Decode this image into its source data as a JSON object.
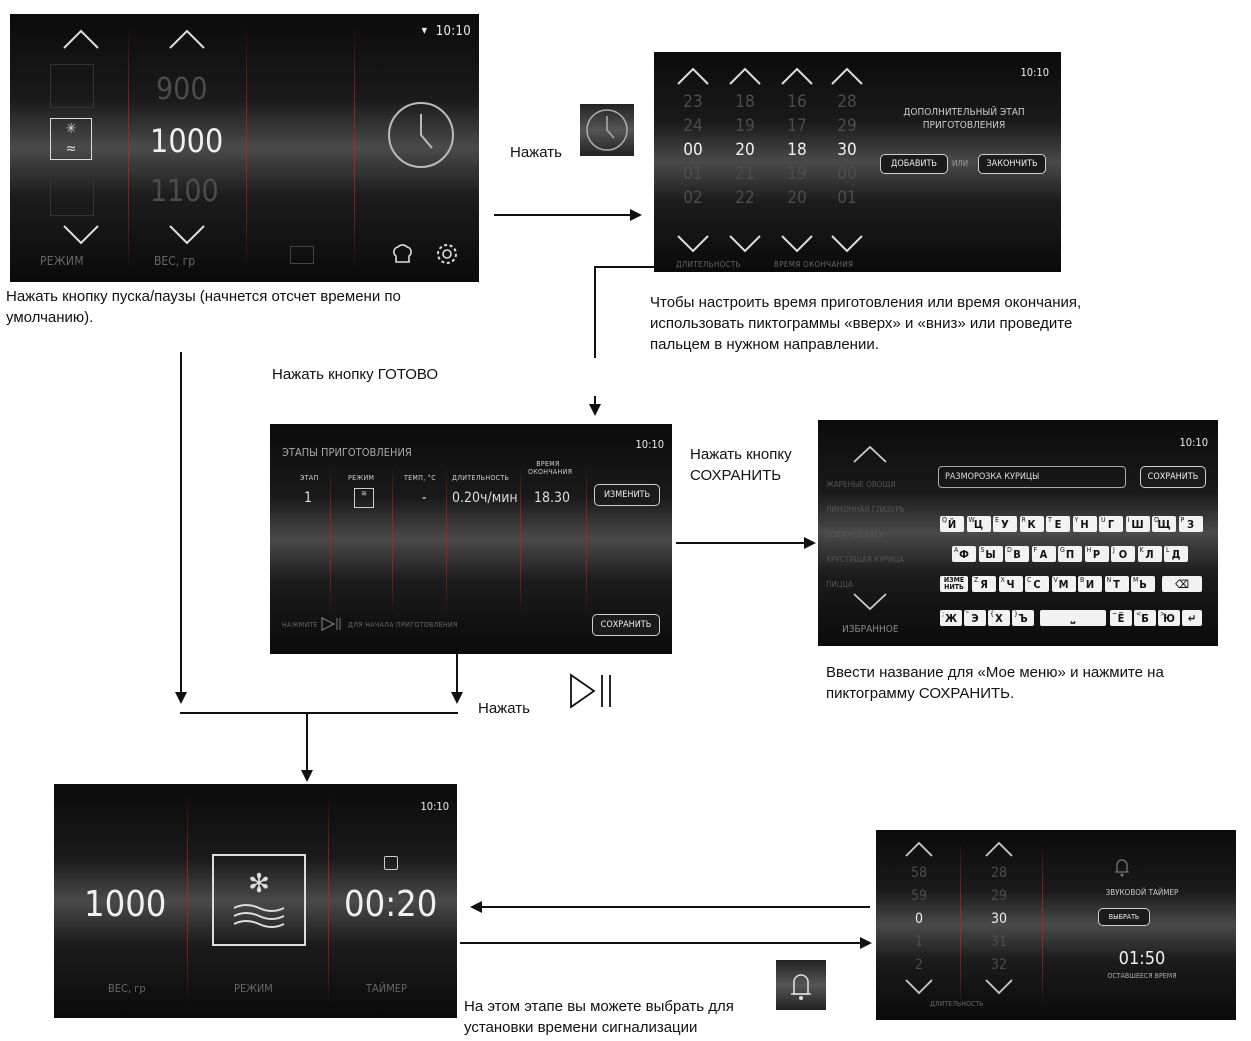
{
  "screen1": {
    "time": "10:10",
    "weights": [
      "900",
      "1000",
      "1100"
    ],
    "label_mode": "РЕЖИМ",
    "label_weight": "ВЕС, гр"
  },
  "screen2": {
    "time": "10:10",
    "col1": [
      "23",
      "24",
      "00",
      "01",
      "02"
    ],
    "col2": [
      "18",
      "19",
      "20",
      "21",
      "22"
    ],
    "col3": [
      "16",
      "17",
      "18",
      "19",
      "20"
    ],
    "col4": [
      "28",
      "29",
      "30",
      "00",
      "01"
    ],
    "label_duration": "ДЛИТЕЛЬНОСТЬ",
    "label_end": "ВРЕМЯ ОКОНЧАНИЯ",
    "extra_stage": "ДОПОЛНИТЕЛЬНЫЙ ЭТАП ПРИГОТОВЛЕНИЯ",
    "add": "ДОБАВИТЬ",
    "or": "ИЛИ",
    "finish": "ЗАКОНЧИТЬ"
  },
  "screen3": {
    "time": "10:10",
    "title": "ЭТАПЫ ПРИГОТОВЛЕНИЯ",
    "headers": [
      "ЭТАП",
      "РЕЖИМ",
      "ТЕМП, °С",
      "ДЛИТЕЛЬНОСТЬ",
      "ВРЕМЯ ОКОНЧАНИЯ"
    ],
    "row": [
      "1",
      "",
      "-",
      "0.20ч/мин",
      "18.30"
    ],
    "change": "ИЗМЕНИТЬ",
    "save": "СОХРАНИТЬ",
    "hint_pre": "НАЖМИТЕ",
    "hint_post": "ДЛЯ НАЧАЛА ПРИГОТОВЛЕНИЯ"
  },
  "screen4": {
    "time": "10:10",
    "list": [
      "ЖАРЕНЫЕ ОВОЩИ",
      "ЛИМОННАЯ ГЛАЗУРЬ",
      "ГОВЯЖЬЕ РАГУ",
      "ХРУСТЯЩАЯ КУРИЦА",
      "ПИЦЦА"
    ],
    "favorites": "ИЗБРАННОЕ",
    "input_value": "РАЗМОРОЗКА КУРИЦЫ",
    "save": "СОХРАНИТЬ",
    "row1": [
      [
        "Q",
        "Й"
      ],
      [
        "W",
        "Ц"
      ],
      [
        "E",
        "У"
      ],
      [
        "R",
        "К"
      ],
      [
        "T",
        "Е"
      ],
      [
        "Y",
        "Н"
      ],
      [
        "U",
        "Г"
      ],
      [
        "I",
        "Ш"
      ],
      [
        "O",
        "Щ"
      ],
      [
        "P",
        "З"
      ]
    ],
    "row2": [
      [
        "A",
        "Ф"
      ],
      [
        "S",
        "Ы"
      ],
      [
        "D",
        "В"
      ],
      [
        "F",
        "А"
      ],
      [
        "G",
        "П"
      ],
      [
        "H",
        "Р"
      ],
      [
        "J",
        "О"
      ],
      [
        "K",
        "Л"
      ],
      [
        "L",
        "Д"
      ]
    ],
    "row3_first": "ИЗМЕ НИТЬ",
    "row3": [
      [
        "Z",
        "Я"
      ],
      [
        "X",
        "Ч"
      ],
      [
        "C",
        "С"
      ],
      [
        "V",
        "М"
      ],
      [
        "B",
        "И"
      ],
      [
        "N",
        "Т"
      ],
      [
        "M",
        "Ь"
      ]
    ],
    "row4_a": [
      [
        ";",
        "Ж"
      ],
      [
        "\"",
        "Э"
      ],
      [
        "{",
        "Х"
      ],
      [
        "}",
        "Ъ"
      ]
    ],
    "row4_b": [
      [
        "~",
        "Ё"
      ],
      [
        "<",
        "Б"
      ],
      [
        ">",
        "Ю"
      ]
    ]
  },
  "screen5": {
    "time": "10:10",
    "weight": "1000",
    "timer": "00:20",
    "label_weight": "ВЕС, гр",
    "label_mode": "РЕЖИМ",
    "label_timer": "ТАЙМЕР"
  },
  "screen6": {
    "col1": [
      "58",
      "59",
      "0",
      "1",
      "2"
    ],
    "col2": [
      "28",
      "29",
      "30",
      "31",
      "32"
    ],
    "label_duration": "ДЛИТЕЛЬНОСТЬ",
    "title": "ЗВУКОВОЙ ТАЙМЕР",
    "select": "ВЫБРАТЬ",
    "remaining": "01:50",
    "remaining_label": "ОСТАВШЕЕСЯ ВРЕМЯ"
  },
  "captions": {
    "c1": "Нажать кнопку пуска/паузы (начнется отсчет времени по умолчанию).",
    "press1": "Нажать",
    "c2": "Чтобы настроить время приготовления или время окончания, использовать пиктограммы «вверх» и «вниз» или проведите пальцем в нужном направлении.",
    "ready": "Нажать кнопку ГОТОВО",
    "save_press": "Нажать кнопку СОХРАНИТЬ",
    "c4": "Ввести название для «Мое меню» и нажмите на пиктограмму СОХРАНИТЬ.",
    "press2": "Нажать",
    "c6": "На этом этапе вы можете выбрать для установки времени сигнализации"
  }
}
